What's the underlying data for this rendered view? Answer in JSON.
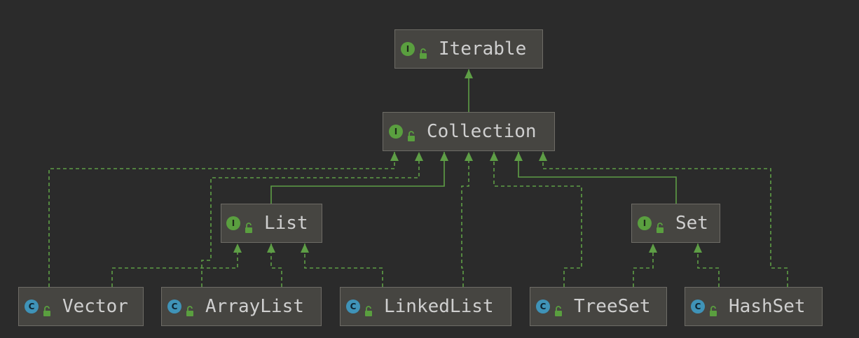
{
  "colors": {
    "background": "#2b2b2b",
    "node_fill": "#464541",
    "node_border": "#6e6c66",
    "text": "#cfcfcf",
    "edge": "#5e9e46",
    "interface_badge": "#5a9f3f",
    "class_badge": "#3f93b8"
  },
  "nodes": [
    {
      "id": "iterable",
      "label": "Iterable",
      "kind": "interface",
      "badge": "I",
      "icon": "open-lock-icon"
    },
    {
      "id": "collection",
      "label": "Collection",
      "kind": "interface",
      "badge": "I",
      "icon": "open-lock-icon"
    },
    {
      "id": "list",
      "label": "List",
      "kind": "interface",
      "badge": "I",
      "icon": "open-lock-icon"
    },
    {
      "id": "set",
      "label": "Set",
      "kind": "interface",
      "badge": "I",
      "icon": "open-lock-icon"
    },
    {
      "id": "vector",
      "label": "Vector",
      "kind": "class",
      "badge": "C",
      "icon": "open-lock-icon"
    },
    {
      "id": "arraylist",
      "label": "ArrayList",
      "kind": "class",
      "badge": "C",
      "icon": "open-lock-icon"
    },
    {
      "id": "linkedlist",
      "label": "LinkedList",
      "kind": "class",
      "badge": "C",
      "icon": "open-lock-icon"
    },
    {
      "id": "treeset",
      "label": "TreeSet",
      "kind": "class",
      "badge": "C",
      "icon": "open-lock-icon"
    },
    {
      "id": "hashset",
      "label": "HashSet",
      "kind": "class",
      "badge": "C",
      "icon": "open-lock-icon"
    }
  ],
  "edges": [
    {
      "from": "collection",
      "to": "iterable",
      "style": "extends"
    },
    {
      "from": "list",
      "to": "collection",
      "style": "extends"
    },
    {
      "from": "set",
      "to": "collection",
      "style": "extends"
    },
    {
      "from": "vector",
      "to": "collection",
      "style": "implements"
    },
    {
      "from": "arraylist",
      "to": "collection",
      "style": "implements"
    },
    {
      "from": "linkedlist",
      "to": "collection",
      "style": "implements"
    },
    {
      "from": "treeset",
      "to": "collection",
      "style": "implements"
    },
    {
      "from": "hashset",
      "to": "collection",
      "style": "implements"
    },
    {
      "from": "vector",
      "to": "list",
      "style": "implements"
    },
    {
      "from": "arraylist",
      "to": "list",
      "style": "implements"
    },
    {
      "from": "linkedlist",
      "to": "list",
      "style": "implements"
    },
    {
      "from": "treeset",
      "to": "set",
      "style": "implements"
    },
    {
      "from": "hashset",
      "to": "set",
      "style": "implements"
    }
  ]
}
